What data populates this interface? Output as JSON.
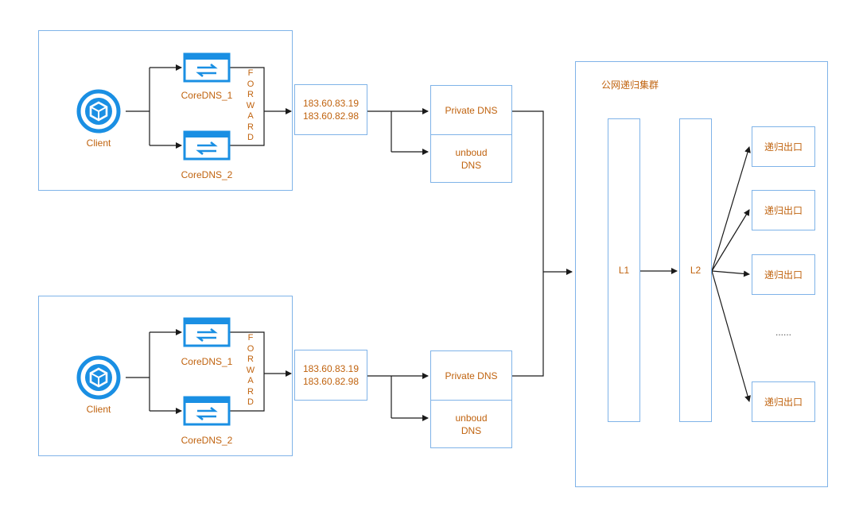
{
  "colors": {
    "accent": "#1a8fe3",
    "text": "#c0630f",
    "border": "#7fb3e8",
    "line": "#1a1a1a"
  },
  "clusters": [
    {
      "client_label": "Client",
      "dns1_label": "CoreDNS_1",
      "dns2_label": "CoreDNS_2",
      "forward_letters": [
        "F",
        "O",
        "R",
        "W",
        "A",
        "R",
        "D"
      ],
      "ips": [
        "183.60.83.19",
        "183.60.82.98"
      ],
      "private_dns": "Private DNS",
      "unbound_dns": "unboud\nDNS"
    },
    {
      "client_label": "Client",
      "dns1_label": "CoreDNS_1",
      "dns2_label": "CoreDNS_2",
      "forward_letters": [
        "F",
        "O",
        "R",
        "W",
        "A",
        "R",
        "D"
      ],
      "ips": [
        "183.60.83.19",
        "183.60.82.98"
      ],
      "private_dns": "Private DNS",
      "unbound_dns": "unboud\nDNS"
    }
  ],
  "recursive_cluster": {
    "title": "公网递归集群",
    "l1": "L1",
    "l2": "L2",
    "exits": [
      "递归出口",
      "递归出口",
      "递归出口",
      "递归出口"
    ],
    "ellipsis": "......"
  },
  "icons": {
    "client": "client-cube-icon",
    "coredns": "coredns-swap-icon"
  }
}
